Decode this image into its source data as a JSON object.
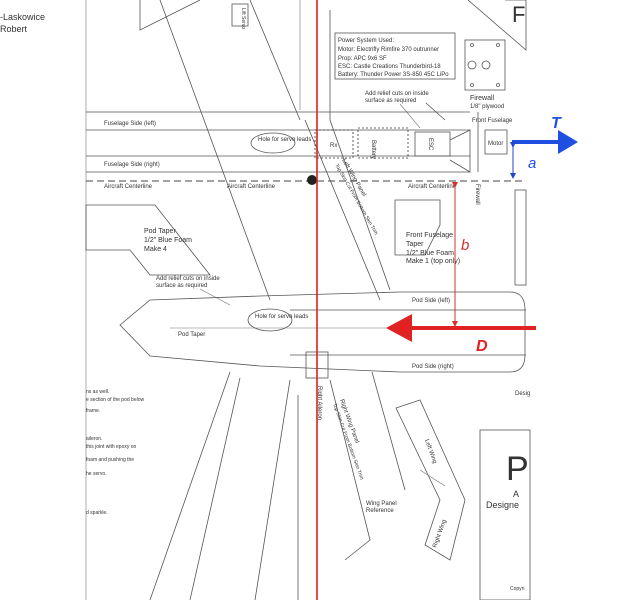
{
  "author": {
    "line1": "-Laskowice",
    "line2": "Robert"
  },
  "power_box": {
    "title": "Power System Used:",
    "motor": "Motor: Electrifly Rimfire 370 outrunner",
    "prop": "Prop: APC 9x6 SF",
    "esc": "ESC: Castle Creations Thunderbird-18",
    "battery": "Battery: Thunder Power 3S-850 45C LiPo"
  },
  "labels": {
    "lift_servo": "Lift Servo",
    "firewall": "Firewall",
    "firewall_sub": "1/8\" plywood",
    "front_fuselage": "Front Fuselage",
    "add_relief_top": "Add relief cuts on inside",
    "add_relief_top2": "surface as required",
    "fus_side_left": "Fuselage Side (left)",
    "fus_side_right": "Fuselage Side (right)",
    "hole_servo_top": "Hole for servo leads",
    "rx": "Rx",
    "battery": "Battery",
    "esc": "ESC",
    "motor": "Motor",
    "aircraft_cl_1": "Aircraft Centerline",
    "aircraft_cl_2": "Aircraft Centerline",
    "aircraft_cl_3": "Aircraft Centerline",
    "firewall_vert": "Firewall",
    "left_wing_panel": "Left Wing Panel",
    "left_wing_sub": "Top Skin Cut From Bottom Skin Trim",
    "pod_taper_block": "Pod Taper",
    "pod_taper_block2": "1/2\" Blue Foam",
    "pod_taper_block3": "Make 4",
    "front_fus_taper": "Front Fuselage",
    "front_fus_taper2": "Taper",
    "front_fus_taper3": "1/2\" Blue Foam",
    "front_fus_taper4": "Make 1 (top only)",
    "add_relief_mid": "Add relief cuts on inside",
    "add_relief_mid2": "surface as required",
    "pod_side_left": "Pod Side (left)",
    "pod_side_right": "Pod Side (right)",
    "hole_servo_bottom": "Hole for servo leads",
    "pod_taper": "Pod Taper",
    "right_aileron": "Right Aileron",
    "right_wing_panel": "Right Wing Panel",
    "right_wing_sub": "Top Skin Cut From Bottom Skin Trim",
    "left_wing": "Left Wing",
    "right_wing": "Right Wing",
    "wing_ref": "Wing Panel",
    "wing_ref2": "Reference",
    "desig": "Desig",
    "title_big": "P",
    "title_a": "A",
    "title_designed": "Designe",
    "copy": "Copyri",
    "side_1": "ns as well.",
    "side_2": "e section of the pod below",
    "side_3": "frame.",
    "side_4": "aileron.",
    "side_5": "this joint with epoxy on",
    "side_6": "foam and pushing the",
    "side_7": "he servo.",
    "side_8": "d sparkle."
  },
  "annotations": {
    "T": "T",
    "a": "a",
    "b": "b",
    "D": "D"
  },
  "colors": {
    "thrust_blue": "#1f4fe0",
    "drag_red": "#e02222",
    "dim_red": "#d43030",
    "dim_blue": "#2244cc",
    "guide_red": "#dd2020"
  }
}
